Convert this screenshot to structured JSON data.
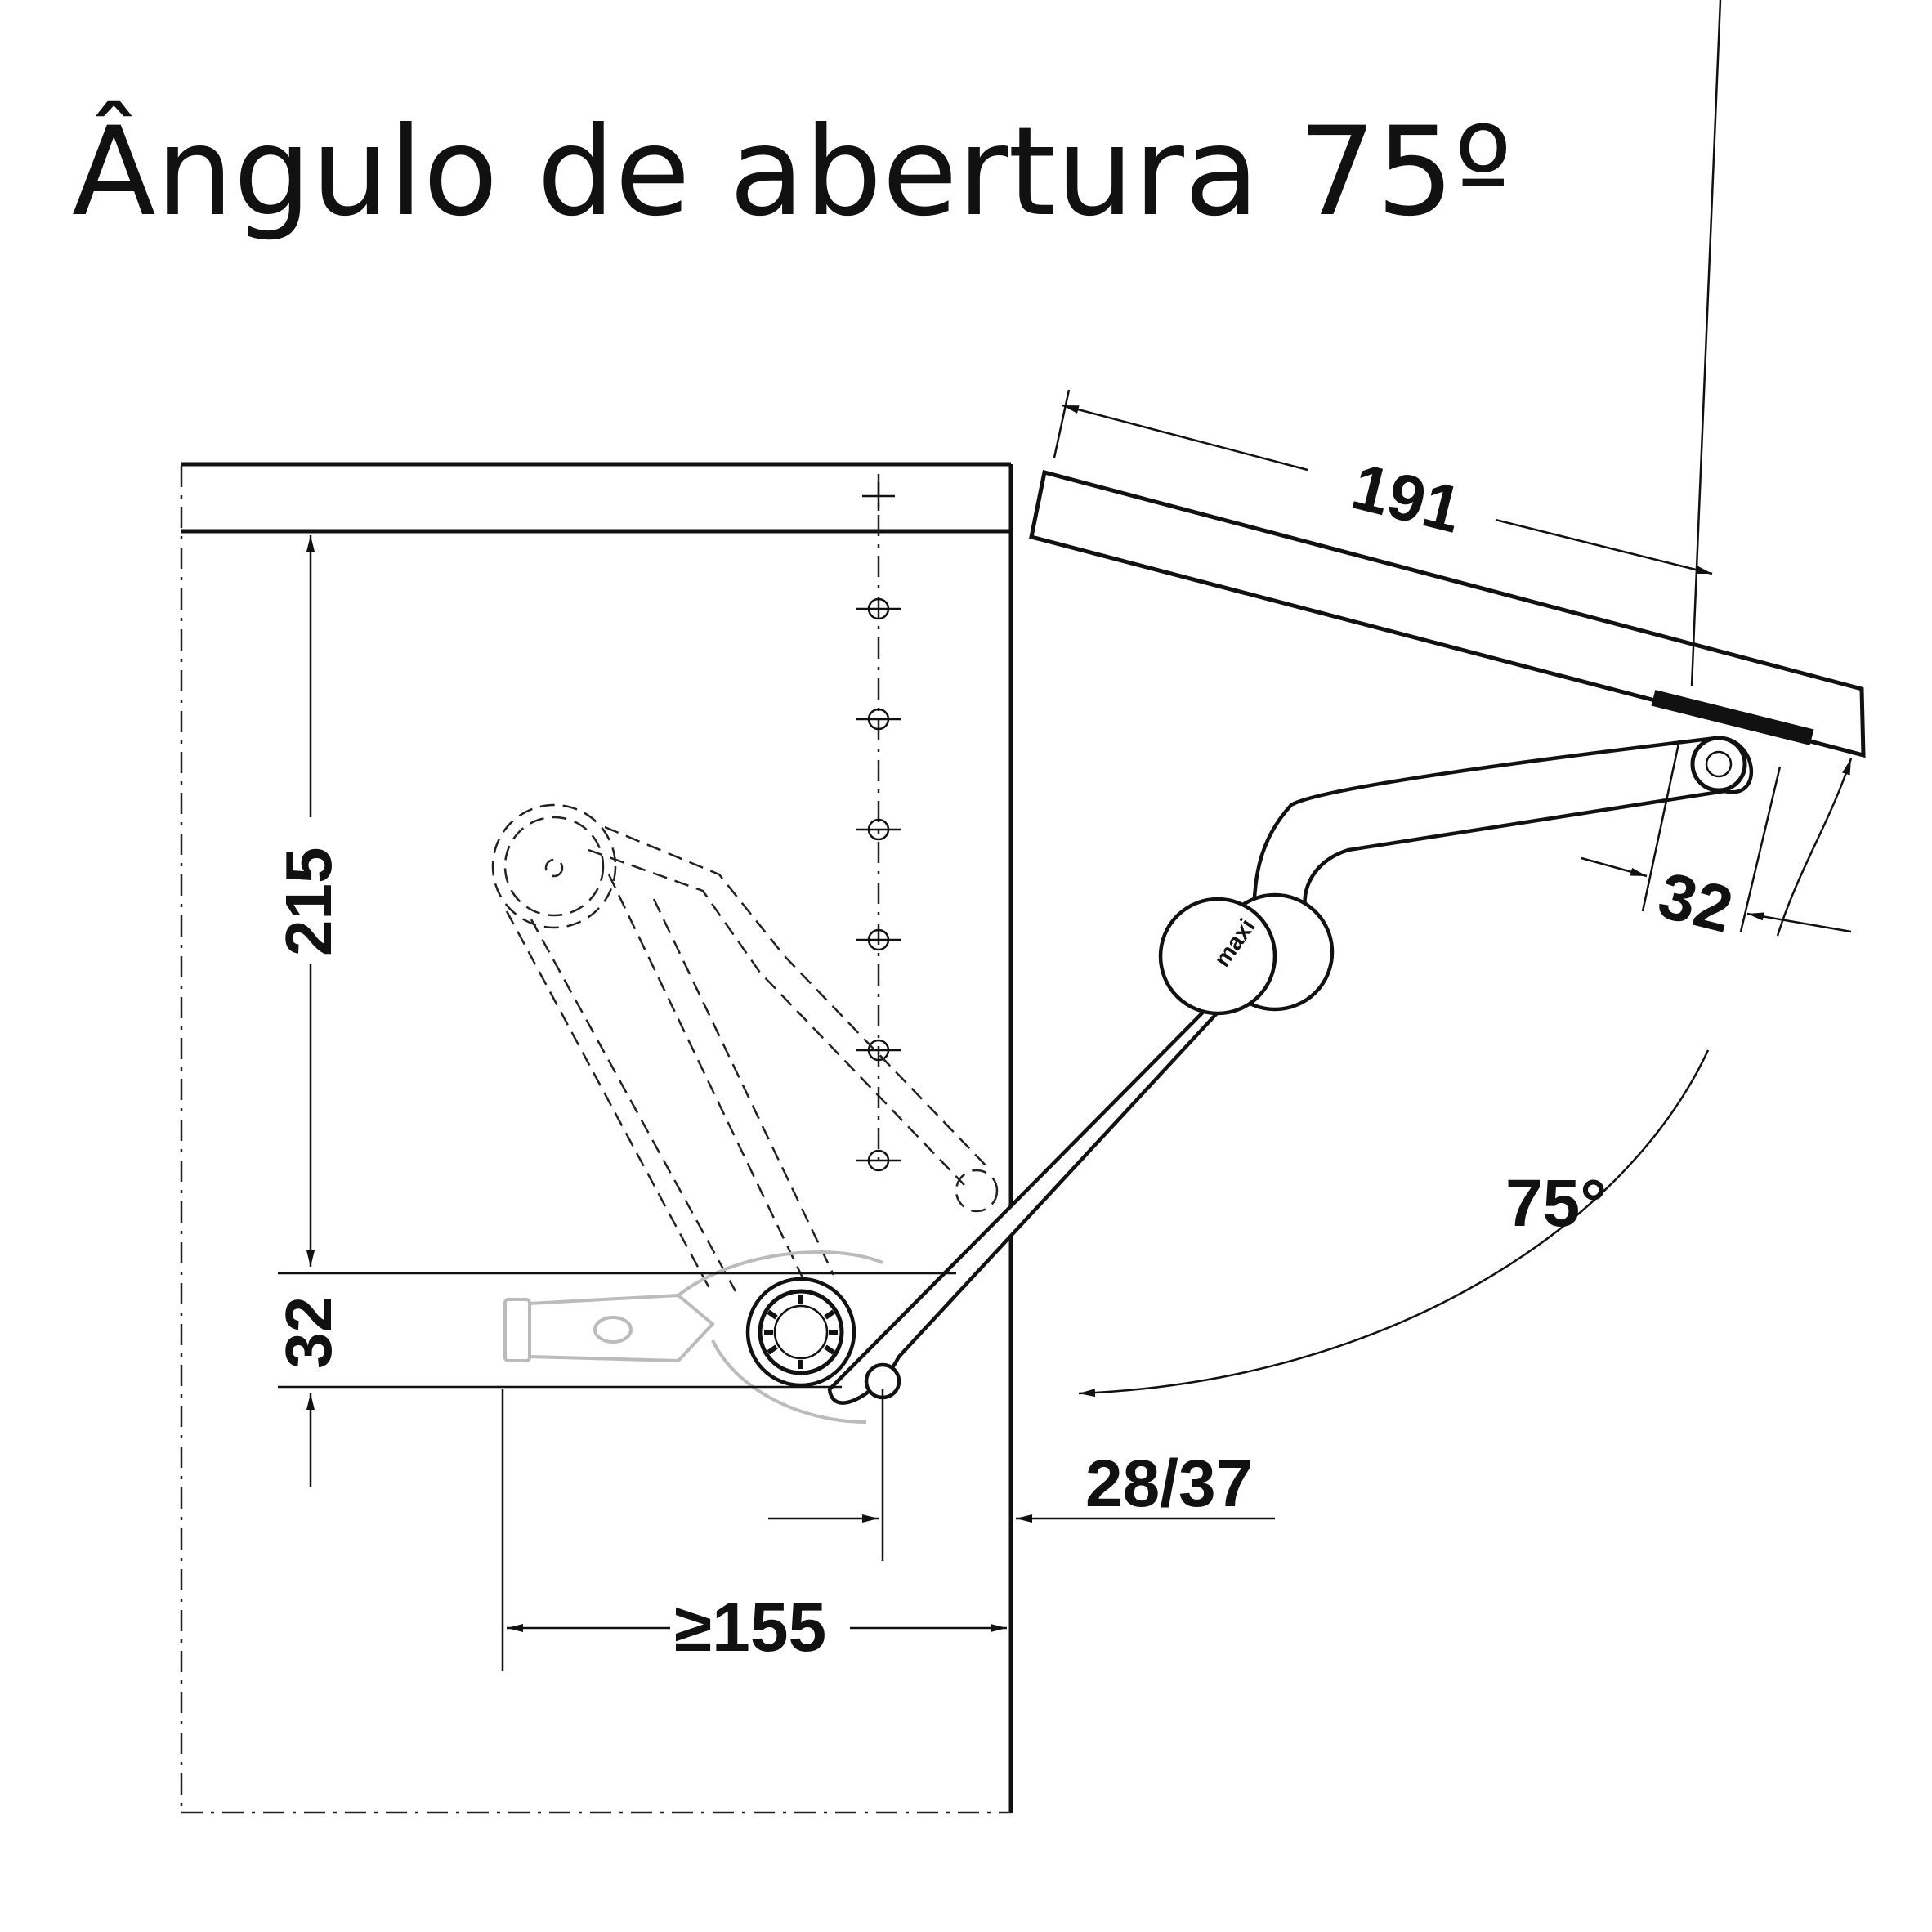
{
  "title": "Ângulo de abertura 75º",
  "dimensions": {
    "lid_length": "191",
    "cabinet_height": "215",
    "lower_offset": "32",
    "lid_offset": "32",
    "angle": "75°",
    "panel_thickness": "28/37",
    "min_depth": "≥155"
  },
  "brand_mark": "maxi",
  "colors": {
    "line": "#111111",
    "ghost": "#bbbbbb",
    "background": "#ffffff"
  }
}
